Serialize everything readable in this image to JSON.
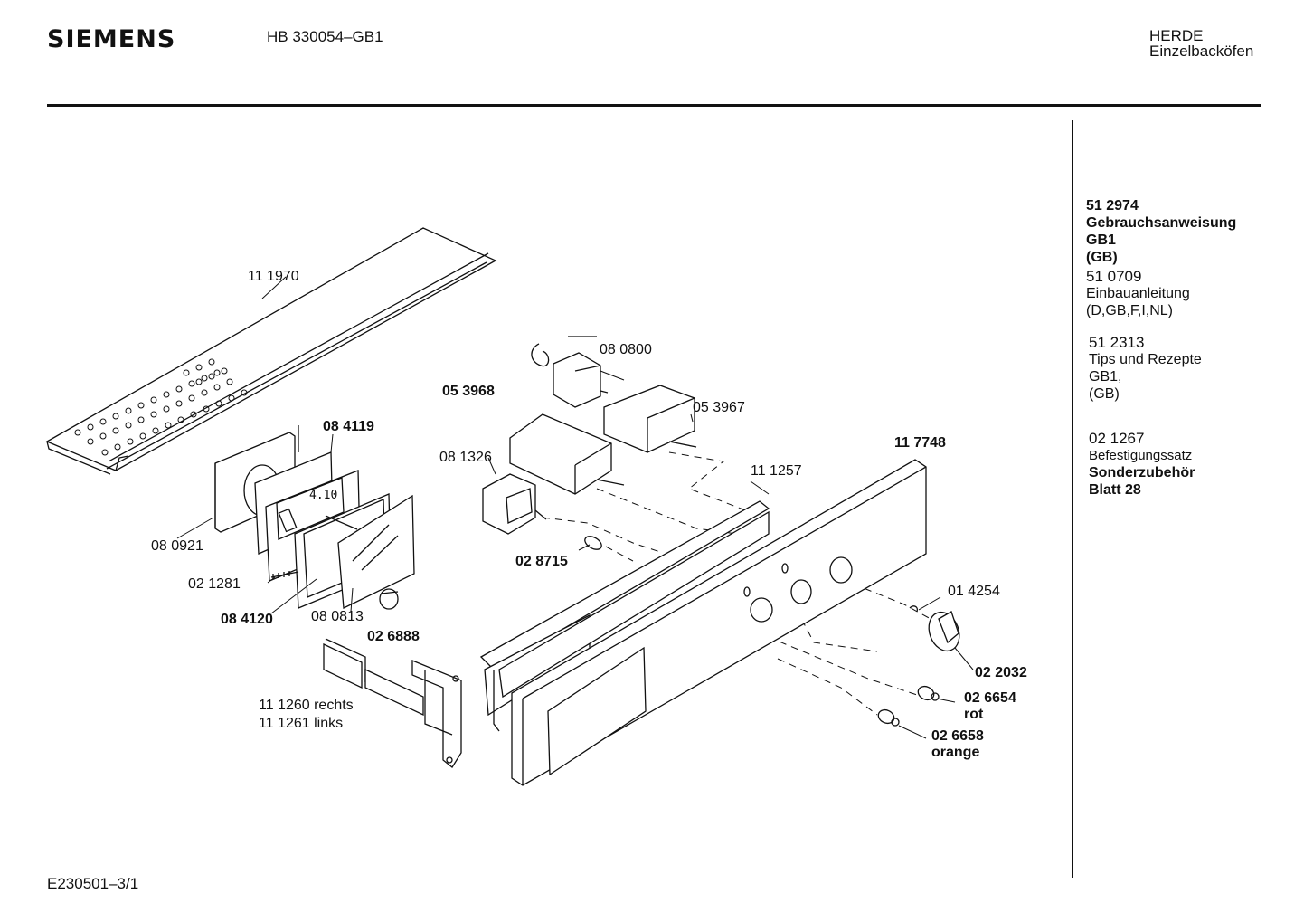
{
  "header": {
    "brand": "SIEMENS",
    "model": "HB 330054–GB1",
    "category_line1": "HERDE",
    "category_line2": "Einzelbacköfen"
  },
  "footer": {
    "drawing_ref": "E230501–3/1"
  },
  "sidebar": {
    "items": [
      {
        "number": "51 2974",
        "text": "Gebrauchsanweisung",
        "extra1": "GB1",
        "extra2": "(GB)"
      },
      {
        "number": "51 0709",
        "text": "Einbauanleitung",
        "extra1": "(D,GB,F,I,NL)"
      },
      {
        "number": "51 2313",
        "text": "Tips und Rezepte",
        "extra1": "GB1,",
        "extra2": "(GB)"
      },
      {
        "number": "02 1267",
        "text": "Befestigungssatz",
        "extra1": "Sonderzubehör",
        "extra2": "Blatt 28"
      }
    ]
  },
  "parts": {
    "p111970": "11 1970",
    "p084119": "08 4119",
    "p080921": "08 0921",
    "p021281": "02 1281",
    "p084120": "08 4120",
    "p080813": "08 0813",
    "p026888": "02 6888",
    "p111260": "11 1260 rechts",
    "p111261": "11 1261 links",
    "p080800": "08 0800",
    "p053968": "05 3968",
    "p053967": "05 3967",
    "p081326": "08 1326",
    "p028715": "02 8715",
    "p111257": "11 1257",
    "p117748": "11 7748",
    "p014254": "01 4254",
    "p022032": "02 2032",
    "p026654": "02 6654",
    "p026654_color": "rot",
    "p026658": "02 6658",
    "p026658_color": "orange",
    "display_text": "4.10"
  }
}
